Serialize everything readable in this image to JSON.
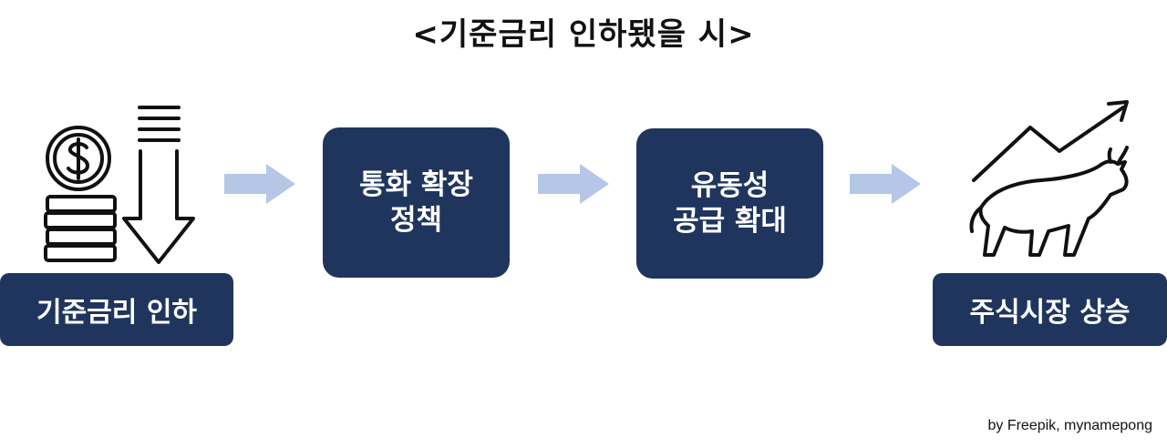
{
  "title": "<기준금리 인하됐을 시>",
  "steps": {
    "start": "기준금리 인하",
    "mid1": [
      "통화 확장",
      "정책"
    ],
    "mid2": [
      "유동성",
      "공급 확대"
    ],
    "end": "주식시장 상승"
  },
  "icons": {
    "start": "coin-stack-down-arrow-icon",
    "end": "bull-market-rising-arrow-icon",
    "connector": "right-arrow-icon"
  },
  "colors": {
    "box": "#1f355e",
    "arrow": "#b4c7e7",
    "icon": "#111111"
  },
  "credit": "by Freepik, mynamepong"
}
